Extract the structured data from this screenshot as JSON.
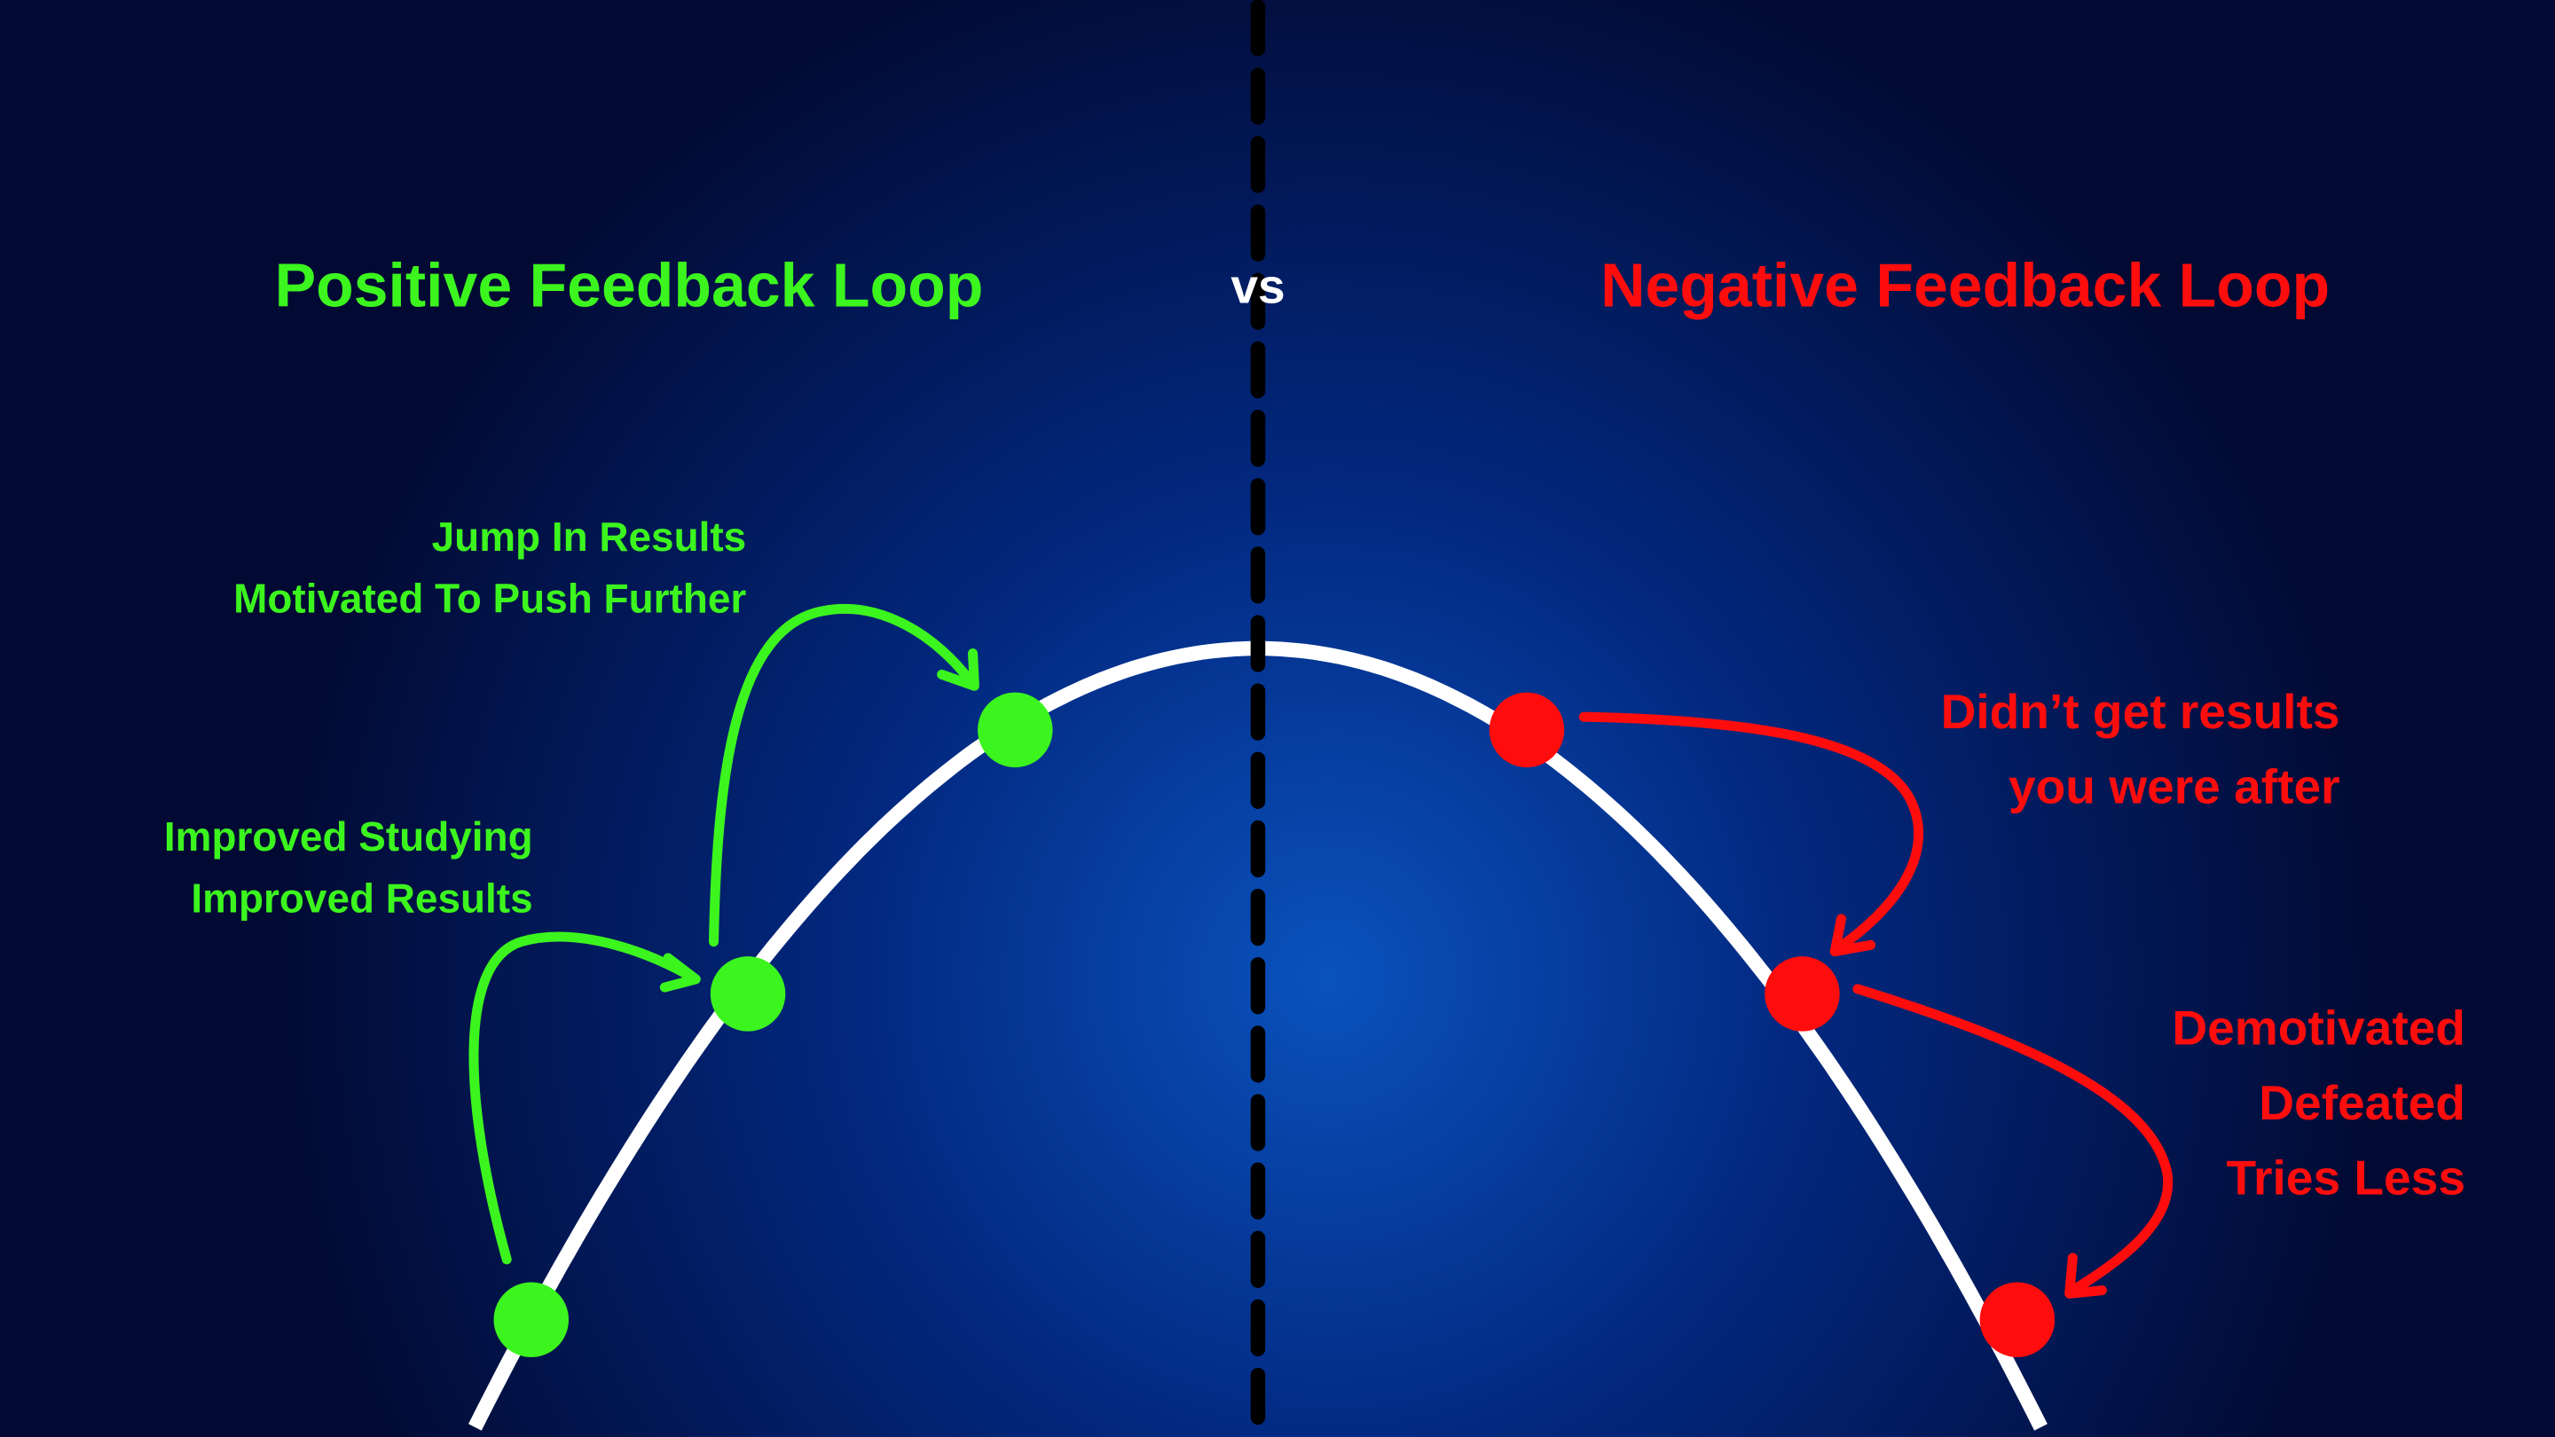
{
  "titles": {
    "positive": "Positive Feedback Loop",
    "vs": "vs",
    "negative": "Negative Feedback Loop"
  },
  "positive_labels": {
    "jump_line1": "Jump In Results",
    "jump_line2": "Motivated To Push Further",
    "improved_line1": "Improved Studying",
    "improved_line2": "Improved Results"
  },
  "negative_labels": {
    "didnt_line1": "Didn’t get results",
    "didnt_line2": "you were after",
    "demotivated_line1": "Demotivated",
    "demotivated_line2": "Defeated",
    "demotivated_line3": "Tries Less"
  },
  "colors": {
    "positive": "#3cf51e",
    "negative": "#ff0d0d",
    "curve": "#ffffff",
    "divider": "#000000",
    "bg_center": "#0a52bd",
    "bg_edge": "#020a33"
  }
}
